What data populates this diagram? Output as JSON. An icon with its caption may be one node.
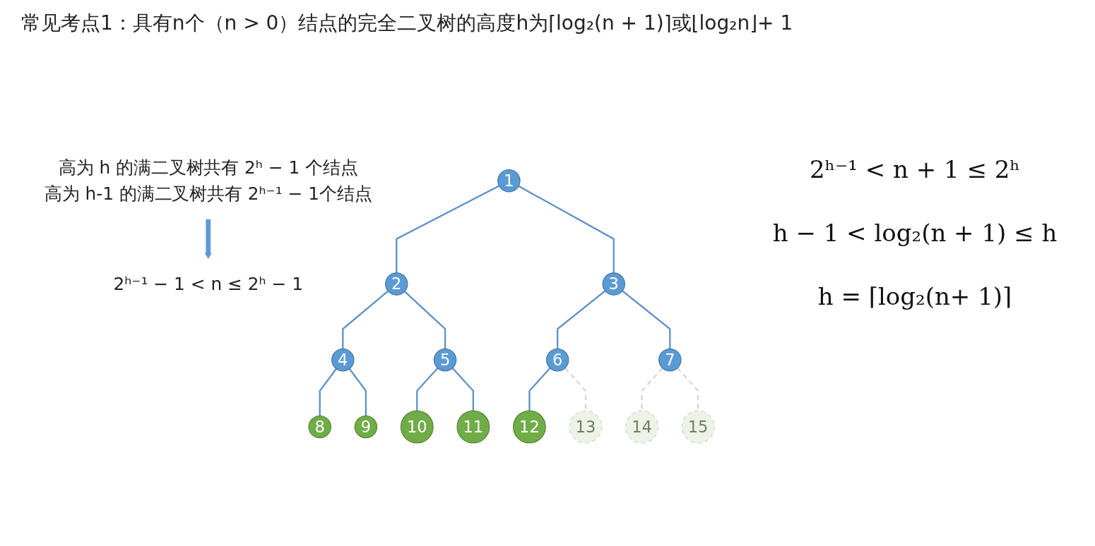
{
  "diagram": {
    "title": "常见考点1：具有n个（n > 0）结点的完全二叉树的高度h为⌈log₂(n + 1)⌉或⌊log₂n⌋+ 1",
    "nodes": [
      {
        "text": [
          "高为 h 的满二叉树共有 2ʰ − 1 个结点",
          "高为 h-1 的满二叉树共有 2ʰ⁻¹ − 1个结点"
        ]
      },
      {
        "text": [
          "2ʰ⁻¹ − 1 < n ≤ 2ʰ − 1"
        ]
      },
      {
        "text": [
          "1"
        ]
      },
      {
        "text": [
          "2"
        ]
      },
      {
        "text": [
          "3"
        ]
      },
      {
        "text": [
          "4"
        ]
      },
      {
        "text": [
          "5"
        ]
      },
      {
        "text": [
          "6"
        ]
      },
      {
        "text": [
          "7"
        ]
      },
      {
        "text": [
          "8"
        ]
      },
      {
        "text": [
          "9"
        ]
      },
      {
        "text": [
          "10"
        ]
      },
      {
        "text": [
          "11"
        ]
      },
      {
        "text": [
          "12"
        ]
      },
      {
        "text": [
          "13"
        ]
      },
      {
        "text": [
          "14"
        ]
      },
      {
        "text": [
          "15"
        ]
      }
    ],
    "edges": [
      {
        "from": 0,
        "to": 1,
        "arrow": "to",
        "style": "thick",
        "color": "#5b9bd5"
      },
      {
        "from": 2,
        "to": 3,
        "arrow": "none"
      },
      {
        "from": 2,
        "to": 4,
        "arrow": "none"
      },
      {
        "from": 3,
        "to": 5,
        "arrow": "none"
      },
      {
        "from": 3,
        "to": 6,
        "arrow": "none"
      },
      {
        "from": 4,
        "to": 7,
        "arrow": "none"
      },
      {
        "from": 4,
        "to": 8,
        "arrow": "none"
      },
      {
        "from": 5,
        "to": 9,
        "arrow": "none"
      },
      {
        "from": 5,
        "to": 10,
        "arrow": "none"
      },
      {
        "from": 6,
        "to": 11,
        "arrow": "none"
      },
      {
        "from": 6,
        "to": 12,
        "arrow": "none"
      },
      {
        "from": 7,
        "to": 13,
        "arrow": "none"
      },
      {
        "from": 7,
        "to": 14,
        "arrow": "none",
        "style": "dashed",
        "color": "#d0d5dc"
      },
      {
        "from": 8,
        "to": 15,
        "arrow": "none",
        "style": "dashed",
        "color": "#d0d5dc"
      },
      {
        "from": 8,
        "to": 16,
        "arrow": "none",
        "style": "dashed",
        "color": "#d0d5dc"
      }
    ],
    "labels": [
      "2ʰ⁻¹ < n + 1 ≤ 2ʰ",
      "h − 1 < log₂(n + 1) ≤ h",
      "h = ⌈log₂(n+ 1)⌉"
    ]
  }
}
